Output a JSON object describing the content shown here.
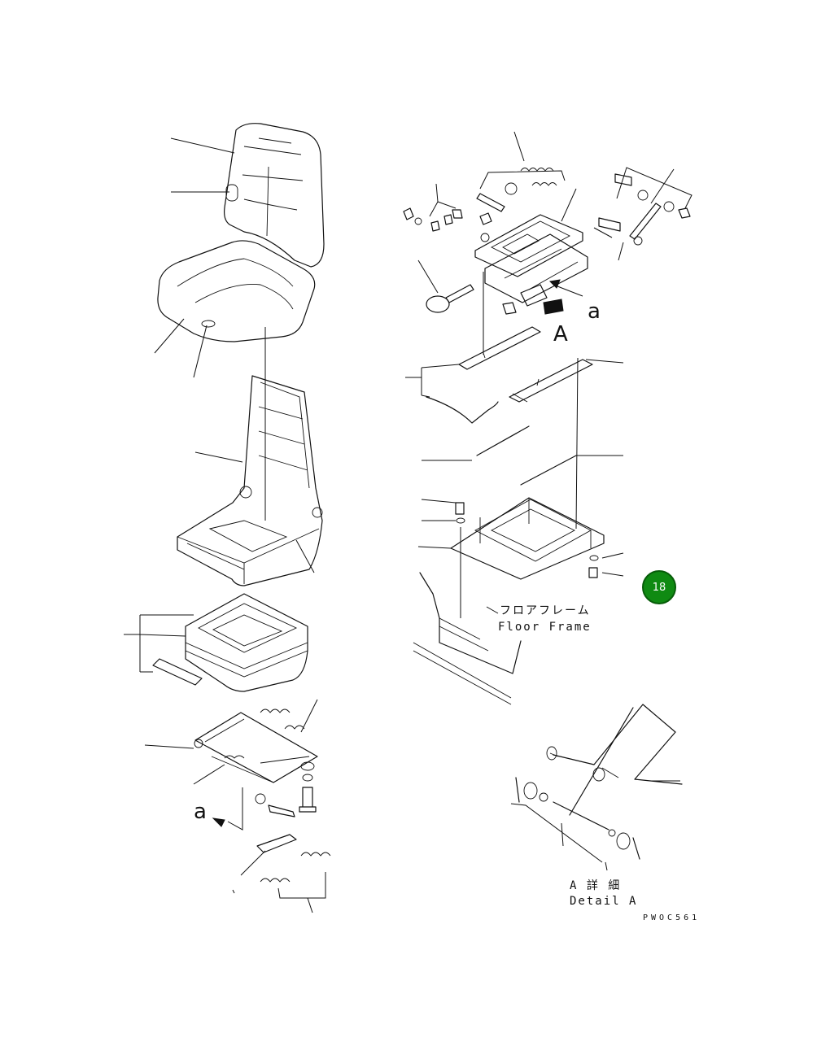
{
  "labels": {
    "detail_letter_top": "A",
    "view_letter_top": "a",
    "view_letter_bottom": "a",
    "floor_frame_jp": "フロアフレーム",
    "floor_frame_en": "Floor Frame",
    "detail_jp": "A 詳 細",
    "detail_en": "Detail A",
    "drawing_code": "PWOC561"
  },
  "badge": {
    "text": "18",
    "color": "#0f8a12"
  }
}
